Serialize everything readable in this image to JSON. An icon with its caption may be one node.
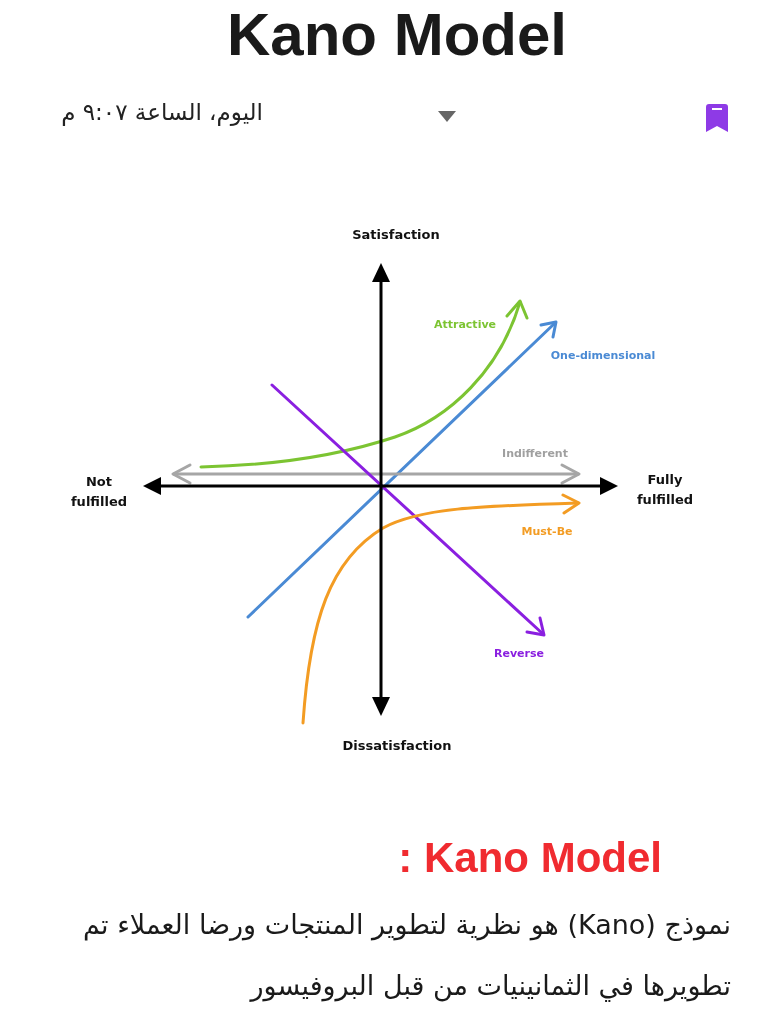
{
  "diagram": {
    "title": "Kano Model",
    "labels": [
      "اليوم، الساعة ٩:٠٧ م",
      "Satisfaction",
      "Attractive",
      "One-dimensional",
      "Indifferent",
      "Not fulfilled",
      "Fully fulfilled",
      "Must-Be",
      "Reverse",
      "Dissatisfaction",
      ": Kano Model",
      "نموذج (Kano) هو نظرية لتطوير المنتجات ورضا العملاء تم تطويرها في الثمانينيات من قبل البروفيسور"
    ]
  }
}
